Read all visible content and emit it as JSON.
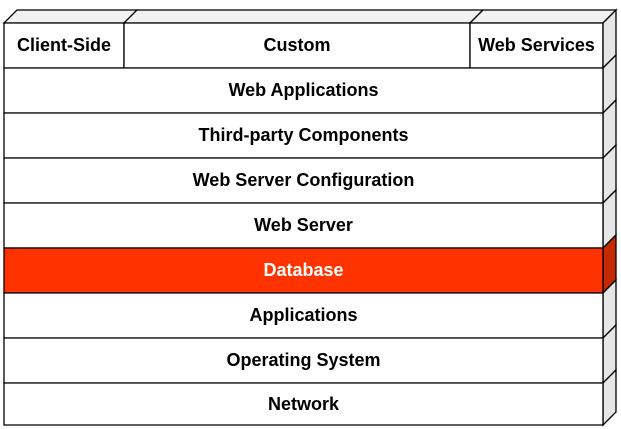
{
  "top_row": [
    {
      "label": "Client-Side"
    },
    {
      "label": "Custom"
    },
    {
      "label": "Web Services"
    }
  ],
  "layers": [
    {
      "label": "Web Applications",
      "highlight": false
    },
    {
      "label": "Third-party Components",
      "highlight": false
    },
    {
      "label": "Web Server Configuration",
      "highlight": false
    },
    {
      "label": "Web Server",
      "highlight": false
    },
    {
      "label": "Database",
      "highlight": true
    },
    {
      "label": "Applications",
      "highlight": false
    },
    {
      "label": "Operating System",
      "highlight": false
    },
    {
      "label": "Network",
      "highlight": false
    }
  ],
  "colors": {
    "face": "#ffffff",
    "side": "#e6e6e6",
    "top": "#f2f2f2",
    "stroke": "#000000",
    "highlight_face": "#ff3300",
    "highlight_side": "#c42a00"
  }
}
